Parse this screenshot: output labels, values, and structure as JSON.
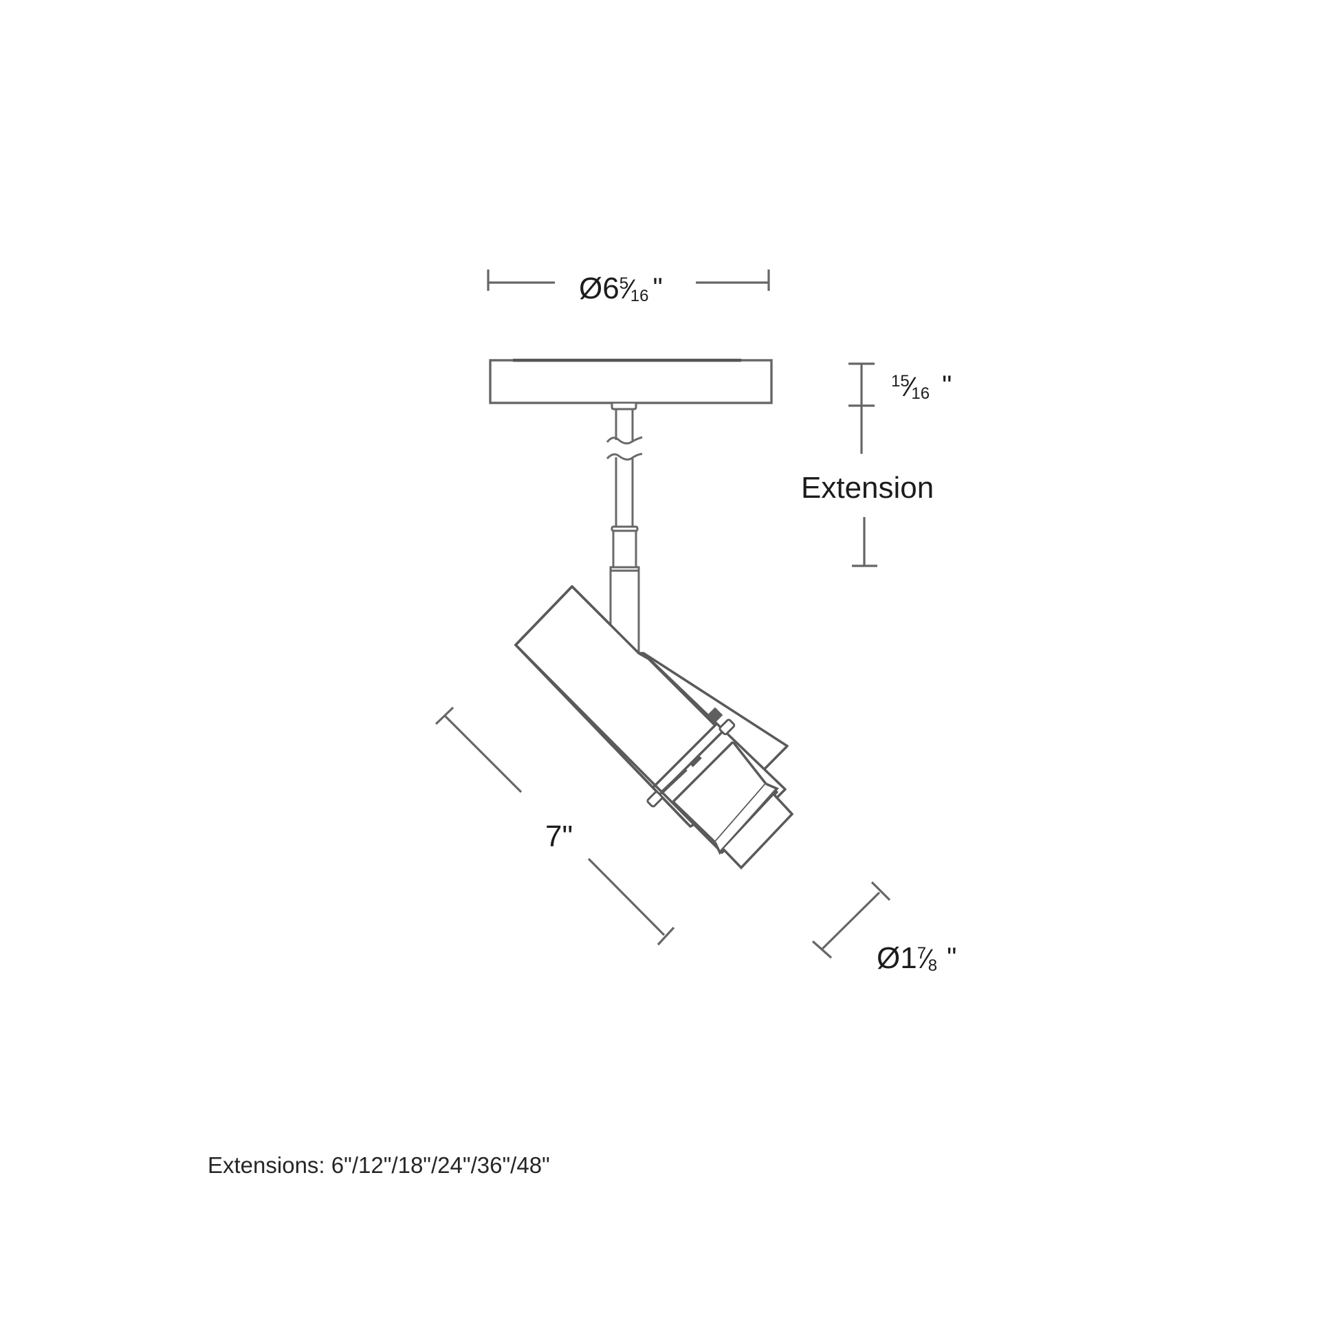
{
  "diagram": {
    "type": "dimensional-line-drawing",
    "subject": "adjustable stem-mounted spotlight fixture",
    "colors": {
      "background": "#ffffff",
      "line": "#666666",
      "text": "#1c1c1c"
    }
  },
  "dimensions": {
    "canopy_diameter": {
      "prefix": "Ø6",
      "fraction_num": "5",
      "fraction_den": "16",
      "unit": "\"",
      "full_text": "Ø6 5/16\""
    },
    "canopy_height": {
      "fraction_num": "15",
      "fraction_den": "16",
      "unit": "\"",
      "full_text": "15/16\""
    },
    "extension": {
      "label": "Extension"
    },
    "head_length": {
      "label": "7\""
    },
    "head_diameter": {
      "prefix": "Ø1",
      "fraction_num": "7",
      "fraction_den": "8",
      "unit": "\"",
      "full_text": "Ø1 7/8\""
    }
  },
  "footer": {
    "note": "Extensions: 6\"/12\"/18\"/24\"/36\"/48\"",
    "extension_options": [
      "6\"",
      "12\"",
      "18\"",
      "24\"",
      "36\"",
      "48\""
    ]
  }
}
